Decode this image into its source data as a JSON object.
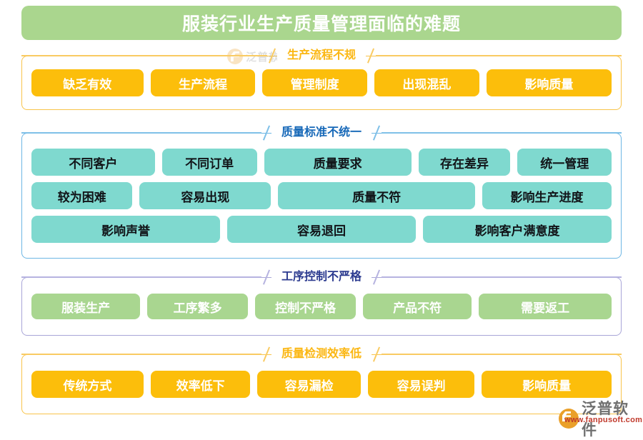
{
  "header": {
    "title": "服装行业生产质量管理面临的难题",
    "bg_color": "#aad68e",
    "text_color": "#ffffff"
  },
  "watermark": {
    "brand": "泛普软件",
    "url": "www.fanpusoft.com",
    "logo_icon": "fanpu-logo-icon"
  },
  "sections": [
    {
      "title": "生产流程不规",
      "title_color": "#fbb713",
      "border_color": "#f8c44b",
      "pill_bg": "#fcbe0b",
      "pill_text_color": "#ffffff",
      "rows": [
        [
          "缺乏有效",
          "生产流程",
          "管理制度",
          "出现混乱",
          "影响质量"
        ]
      ]
    },
    {
      "title": "质量标准不统一",
      "title_color": "#1668b8",
      "border_color": "#6db6e4",
      "pill_bg": "#7fd9cf",
      "pill_text_color": "#111418",
      "rows": [
        [
          "不同客户",
          "不同订单",
          "质量要求",
          "存在差异",
          "统一管理"
        ],
        [
          "较为困难",
          "容易出现",
          "质量不符",
          "影响生产进度"
        ],
        [
          "影响声誉",
          "容易退回",
          "影响客户满意度"
        ]
      ]
    },
    {
      "title": "工序控制不严格",
      "title_color": "#2b3a8f",
      "border_color": "#a9a6d8",
      "pill_bg": "#a9d690",
      "pill_text_color": "#ffffff",
      "rows": [
        [
          "服装生产",
          "工序繁多",
          "控制不严格",
          "产品不符",
          "需要返工"
        ]
      ]
    },
    {
      "title": "质量检测效率低",
      "title_color": "#fbb713",
      "border_color": "#f8c44b",
      "pill_bg": "#fcbe0b",
      "pill_text_color": "#ffffff",
      "rows": [
        [
          "传统方式",
          "效率低下",
          "容易漏检",
          "容易误判",
          "影响质量"
        ]
      ]
    }
  ],
  "layout": {
    "section_tops": [
      66,
      174,
      376,
      484
    ],
    "section_heights": [
      88,
      188,
      94,
      96
    ],
    "row_pill_flex": [
      [
        [
          1.42,
          1.33,
          1.33,
          1.33,
          1.59
        ]
      ],
      [
        [
          1.3,
          1.0,
          1.55,
          0.97,
          0.99
        ],
        [
          1.0,
          1.3,
          1.95,
          1.28
        ]
      ],
      [
        [
          1.36,
          1.26,
          1.26,
          1.36,
          1.66
        ]
      ],
      [
        [
          1.4,
          1.24,
          1.29,
          1.33,
          1.62
        ]
      ]
    ]
  }
}
